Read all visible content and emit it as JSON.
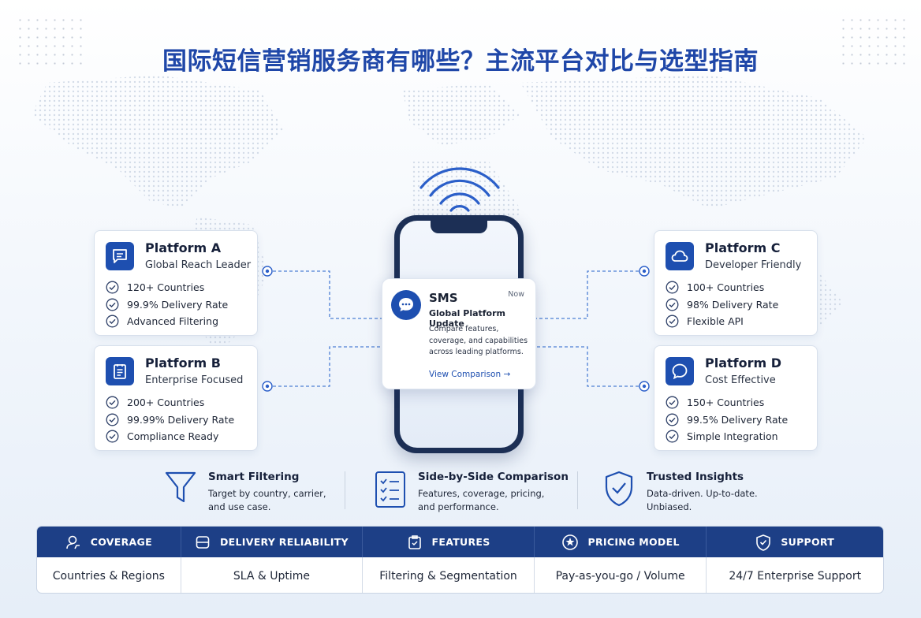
{
  "title": "国际短信营销服务商有哪些？主流平台对比与选型指南",
  "platforms": [
    {
      "name": "Platform A",
      "subtitle": "Global Reach Leader",
      "items": [
        "120+ Countries",
        "99.9% Delivery Rate",
        "Advanced Filtering"
      ],
      "icon": "message-square-icon"
    },
    {
      "name": "Platform B",
      "subtitle": "Enterprise Focused",
      "items": [
        "200+ Countries",
        "99.99% Delivery Rate",
        "Compliance Ready"
      ],
      "icon": "document-list-icon"
    },
    {
      "name": "Platform C",
      "subtitle": "Developer Friendly",
      "items": [
        "100+ Countries",
        "98% Delivery Rate",
        "Flexible API"
      ],
      "icon": "cloud-icon"
    },
    {
      "name": "Platform D",
      "subtitle": "Cost Effective",
      "items": [
        "150+ Countries",
        "99.5% Delivery Rate",
        "Simple Integration"
      ],
      "icon": "chat-bubble-icon"
    }
  ],
  "sms": {
    "label": "SMS",
    "time": "Now",
    "heading": "Global Platform Update",
    "body": "Compare features, coverage, and capabilities across leading platforms.",
    "link": "View Comparison →"
  },
  "features": [
    {
      "title": "Smart Filtering",
      "desc": "Target by country, carrier,\nand use case.",
      "icon": "funnel-icon"
    },
    {
      "title": "Side-by-Side Comparison",
      "desc": "Features, coverage, pricing,\nand performance.",
      "icon": "checklist-icon"
    },
    {
      "title": "Trusted Insights",
      "desc": "Data-driven. Up-to-date.\nUnbiased.",
      "icon": "shield-check-icon"
    }
  ],
  "table": {
    "headers": [
      "COVERAGE",
      "DELIVERY RELIABILITY",
      "FEATURES",
      "PRICING MODEL",
      "SUPPORT"
    ],
    "values": [
      "Countries & Regions",
      "SLA & Uptime",
      "Filtering & Segmentation",
      "Pay-as-you-go / Volume",
      "24/7 Enterprise Support"
    ]
  },
  "colors": {
    "primary": "#1e4fb0",
    "title": "#1f47a8",
    "header": "#1d3f86"
  }
}
